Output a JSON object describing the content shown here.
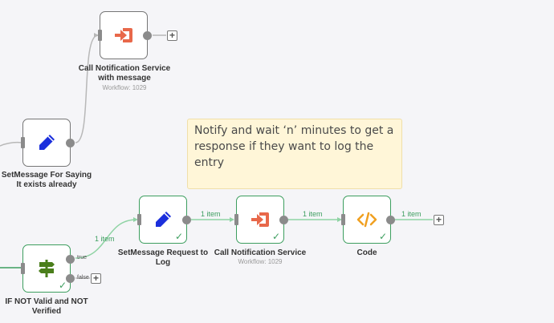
{
  "colors": {
    "success": "#3d9e5f",
    "neutral_edge": "#b8b8b8",
    "sticky_bg": "#fff6d8",
    "execute_icon": "#e8684a",
    "pen_icon": "#1b2fdc",
    "if_icon": "#4a7e1b",
    "code_icon": "#f0a020"
  },
  "nodes": {
    "call_notif_msg": {
      "label": "Call Notification Service\nwith message",
      "sub": "Workflow: 1029",
      "icon": "execute-workflow-icon"
    },
    "setmessage_exists": {
      "label": "SetMessage For Saying\nIt exists already",
      "icon": "pen-icon"
    },
    "setmessage_request": {
      "label": "SetMessage Request to\nLog",
      "icon": "pen-icon"
    },
    "call_notif": {
      "label": "Call Notification Service",
      "sub": "Workflow: 1029",
      "icon": "execute-workflow-icon"
    },
    "code": {
      "label": "Code",
      "icon": "code-icon"
    },
    "if_node": {
      "label": "IF NOT Valid and NOT\nVerified",
      "icon": "signpost-icon",
      "true_label": "true",
      "false_label": "false"
    }
  },
  "edges": {
    "if_to_setmessage": "1 item",
    "setmessage_to_call": "1 item",
    "call_to_code": "1 item",
    "code_out": "1 item"
  },
  "sticky": {
    "text": "Notify and wait ‘n’ minutes to get a response if they want to log the entry"
  }
}
